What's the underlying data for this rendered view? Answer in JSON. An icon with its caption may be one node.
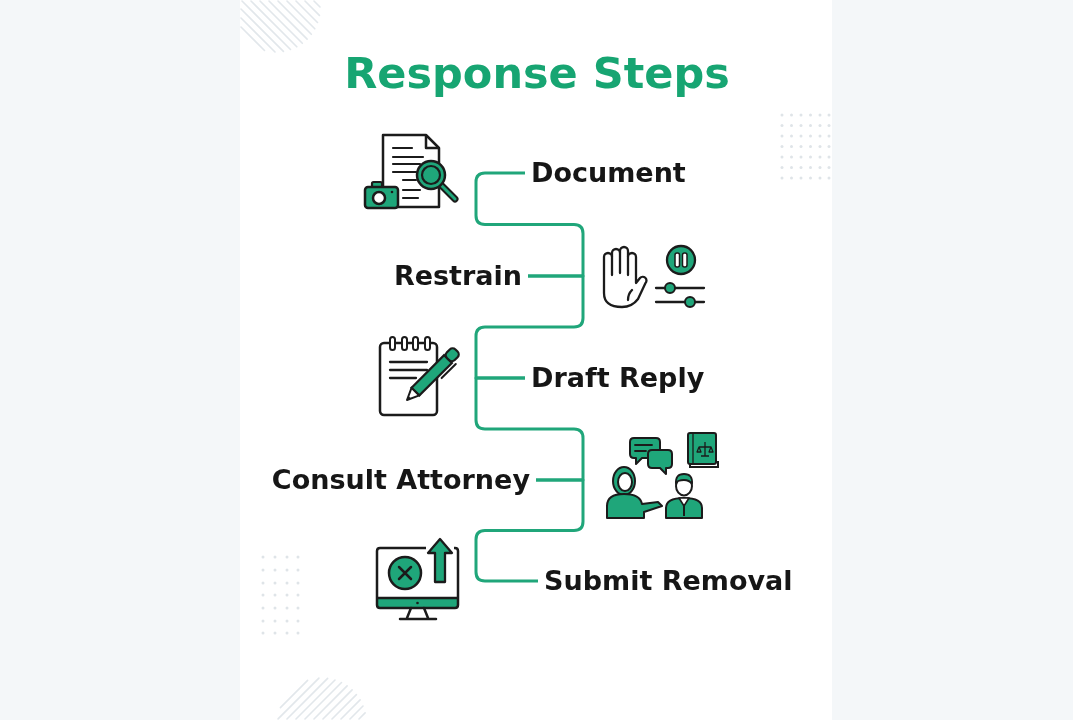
{
  "diagram": {
    "title": "Response Steps",
    "nodes": [
      {
        "text": [
          "Document"
        ]
      },
      {
        "text": [
          "Restrain"
        ]
      },
      {
        "text": [
          "Draft Reply"
        ]
      },
      {
        "text": [
          "Consult Attorney"
        ]
      },
      {
        "text": [
          "Submit Removal"
        ]
      }
    ],
    "edges": [
      {
        "from": 0,
        "to": 1,
        "arrow": "none"
      },
      {
        "from": 1,
        "to": 2,
        "arrow": "none"
      },
      {
        "from": 2,
        "to": 3,
        "arrow": "none"
      },
      {
        "from": 3,
        "to": 4,
        "arrow": "none"
      }
    ]
  }
}
